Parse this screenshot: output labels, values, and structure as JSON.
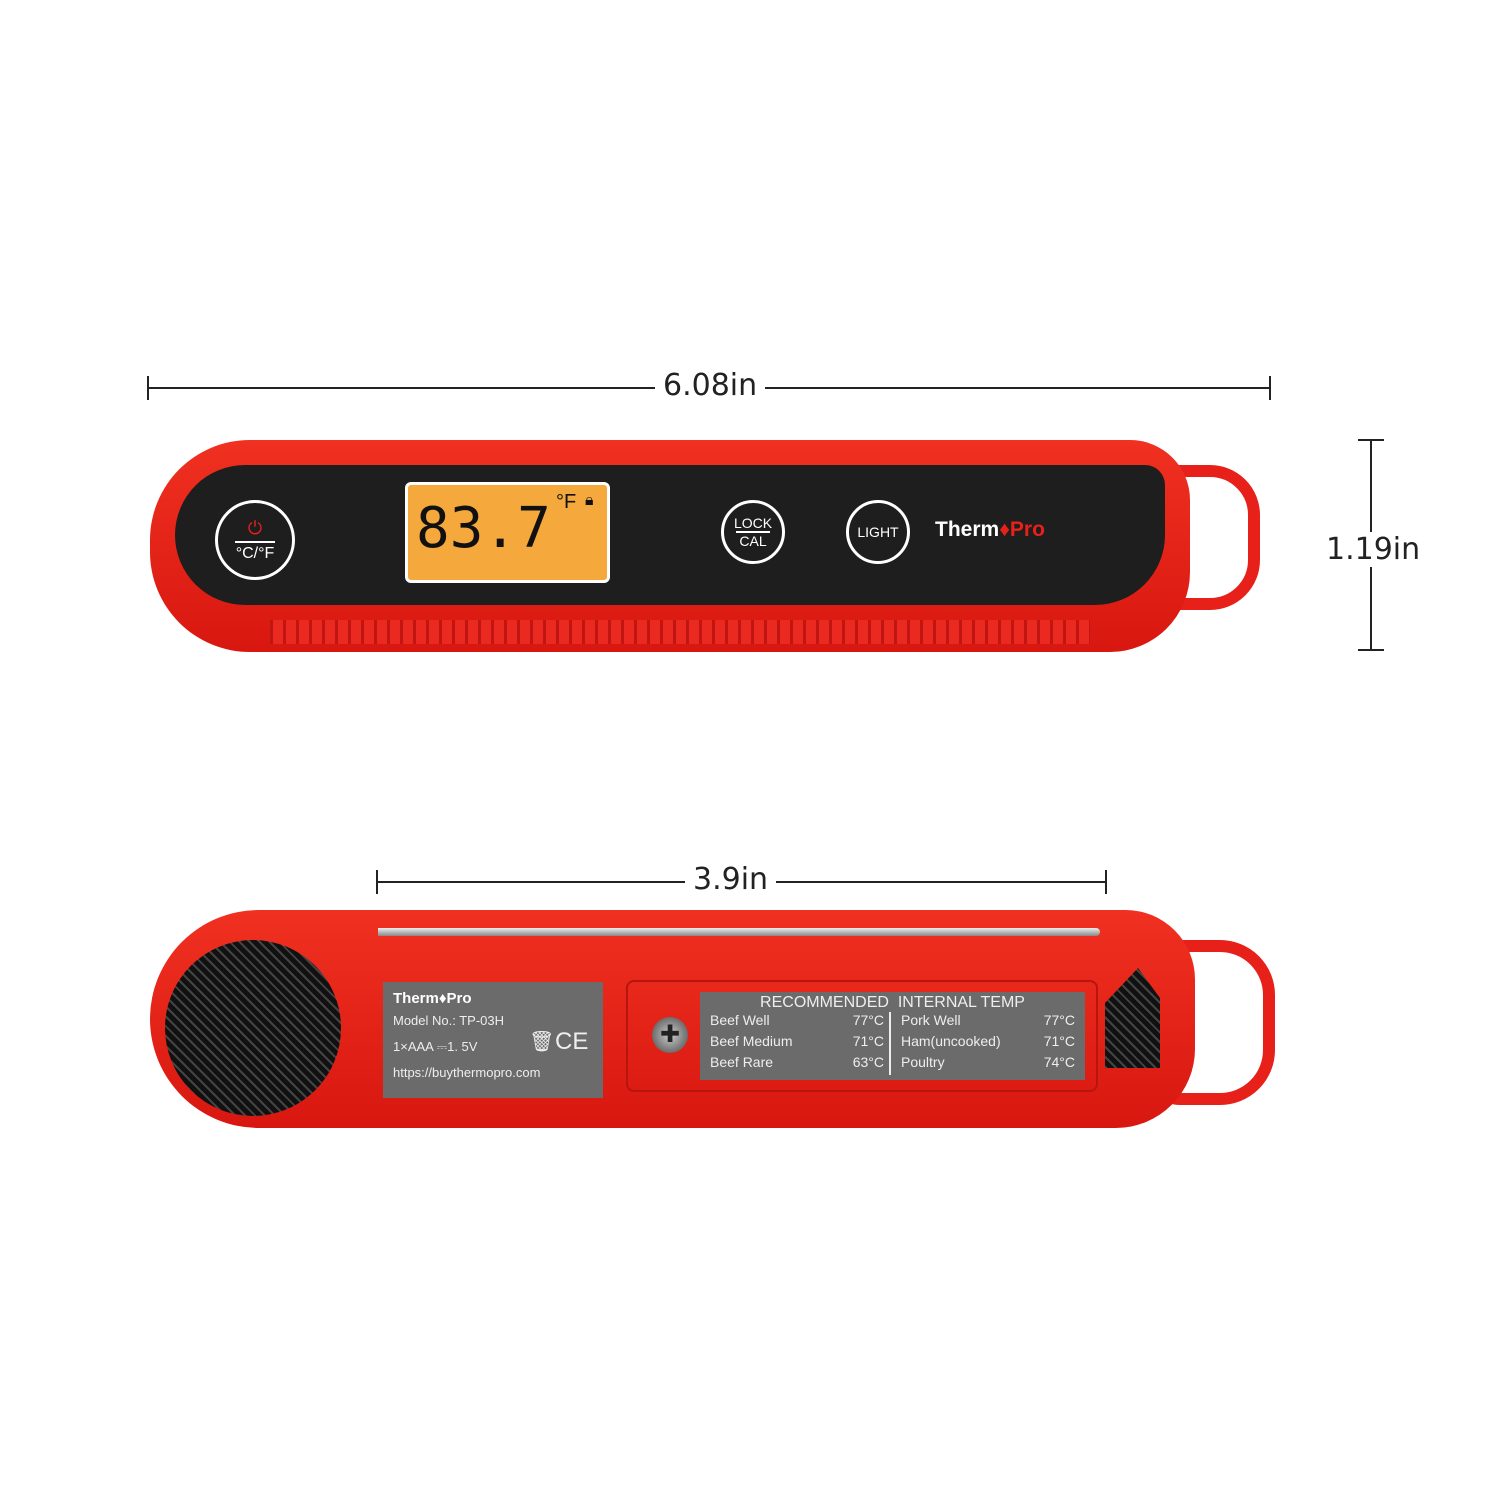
{
  "dimensions": {
    "length": "6.08in",
    "height": "1.19in",
    "probe": "3.9in"
  },
  "front": {
    "power_button_label": "°C/°F",
    "display_value": "83.7",
    "display_unit": "°F",
    "lock_button": {
      "top": "LOCK",
      "bottom": "CAL"
    },
    "light_button": "LIGHT",
    "brand": {
      "a": "Therm",
      "b": "Pro"
    }
  },
  "back": {
    "brand": {
      "a": "Therm",
      "b": "Pro"
    },
    "model": "Model No.: TP-03H",
    "battery": "1×AAA ⎓1. 5V",
    "url": "https://buythermopro.com",
    "ce_mark": "CE",
    "table": {
      "title": "RECOMMENDED  INTERNAL TEMP",
      "left": [
        {
          "item": "Beef Well",
          "temp": "77°C"
        },
        {
          "item": "Beef Medium",
          "temp": "71°C"
        },
        {
          "item": "Beef Rare",
          "temp": "63°C"
        }
      ],
      "right": [
        {
          "item": "Pork Well",
          "temp": "77°C"
        },
        {
          "item": "Ham(uncooked)",
          "temp": "71°C"
        },
        {
          "item": "Poultry",
          "temp": "74°C"
        }
      ]
    }
  },
  "colors": {
    "body": "#e8201a",
    "panel": "#1e1e1e",
    "lcd": "#f5a83c",
    "label": "#6b6b6b"
  }
}
